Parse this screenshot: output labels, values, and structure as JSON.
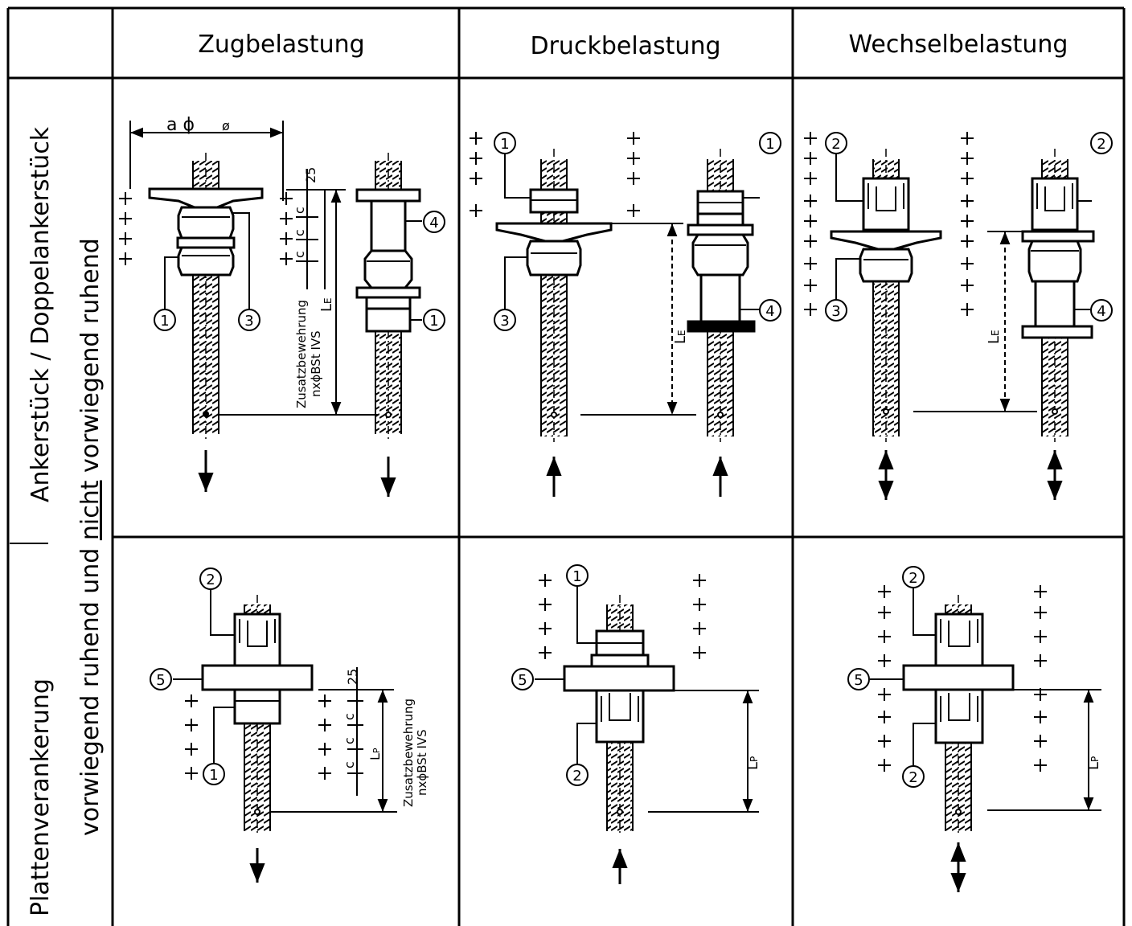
{
  "headers": {
    "zug": "Zugbelastung",
    "druck": "Druckbelastung",
    "wechsel": "Wechselbelastung"
  },
  "row_labels": {
    "top_line1": "Ankerstück / Doppelankerstück",
    "top_line2_prefix": "vorwiegend ruhend und ",
    "top_line2_underlined": "nicht",
    "top_line2_suffix": " vorwiegend ruhend",
    "bottom_line1": "Plattenverankerung",
    "bottom_line2": "vorwiegend ruhend und"
  },
  "annotations": {
    "diameter": "a ϕ",
    "diameter_sub": "ø",
    "dim_25": "25",
    "dim_c": "c",
    "le": "L",
    "le_sub": "E",
    "lp": "L",
    "lp_sub": "P",
    "rebar_line1": "Zusatzbewehrung",
    "rebar_line2": "nxϕBSt IVS"
  },
  "callouts": {
    "n1": "1",
    "n2": "2",
    "n3": "3",
    "n4": "4",
    "n5": "5"
  }
}
